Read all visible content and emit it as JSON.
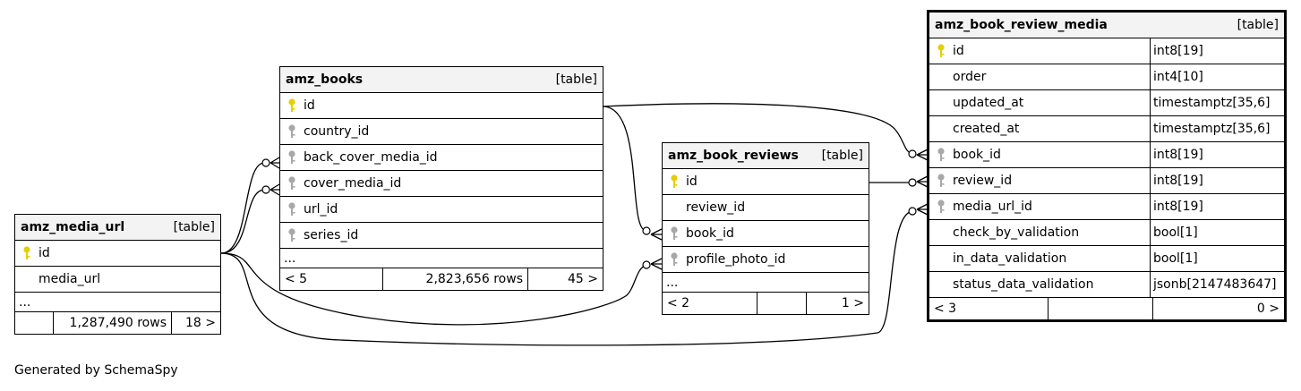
{
  "generated_by": "Generated by SchemaSpy",
  "colors": {
    "primary_key": "#e6cf00",
    "foreign_key": "#a8a8a8",
    "header_bg": "#f3f3f3"
  },
  "tables": {
    "media_url": {
      "name": "amz_media_url",
      "kind": "[table]",
      "columns": [
        {
          "name": "id",
          "key": "primary-key-icon"
        },
        {
          "name": "media_url",
          "key": ""
        }
      ],
      "ellipsis": "...",
      "footer": {
        "parents": "",
        "rows": "1,287,490 rows",
        "children": "18 >"
      }
    },
    "books": {
      "name": "amz_books",
      "kind": "[table]",
      "columns": [
        {
          "name": "id",
          "key": "primary-key-icon"
        },
        {
          "name": "country_id",
          "key": "foreign-key-icon"
        },
        {
          "name": "back_cover_media_id",
          "key": "foreign-key-icon"
        },
        {
          "name": "cover_media_id",
          "key": "foreign-key-icon"
        },
        {
          "name": "url_id",
          "key": "foreign-key-icon"
        },
        {
          "name": "series_id",
          "key": "foreign-key-icon"
        }
      ],
      "ellipsis": "...",
      "footer": {
        "parents": "< 5",
        "rows": "2,823,656 rows",
        "children": "45 >"
      }
    },
    "reviews": {
      "name": "amz_book_reviews",
      "kind": "[table]",
      "columns": [
        {
          "name": "id",
          "key": "primary-key-icon"
        },
        {
          "name": "review_id",
          "key": ""
        },
        {
          "name": "book_id",
          "key": "foreign-key-icon"
        },
        {
          "name": "profile_photo_id",
          "key": "foreign-key-icon"
        }
      ],
      "ellipsis": "...",
      "footer": {
        "parents": "< 2",
        "rows": "",
        "children": "1 >"
      }
    },
    "review_media": {
      "name": "amz_book_review_media",
      "kind": "[table]",
      "columns": [
        {
          "name": "id",
          "type": "int8[19]",
          "key": "primary-key-icon"
        },
        {
          "name": "order",
          "type": "int4[10]",
          "key": ""
        },
        {
          "name": "updated_at",
          "type": "timestamptz[35,6]",
          "key": ""
        },
        {
          "name": "created_at",
          "type": "timestamptz[35,6]",
          "key": ""
        },
        {
          "name": "book_id",
          "type": "int8[19]",
          "key": "foreign-key-icon"
        },
        {
          "name": "review_id",
          "type": "int8[19]",
          "key": "foreign-key-icon"
        },
        {
          "name": "media_url_id",
          "type": "int8[19]",
          "key": "foreign-key-icon"
        },
        {
          "name": "check_by_validation",
          "type": "bool[1]",
          "key": ""
        },
        {
          "name": "in_data_validation",
          "type": "bool[1]",
          "key": ""
        },
        {
          "name": "status_data_validation",
          "type": "jsonb[2147483647]",
          "key": ""
        }
      ],
      "footer": {
        "parents": "< 3",
        "rows": "",
        "children": "0 >"
      }
    }
  }
}
